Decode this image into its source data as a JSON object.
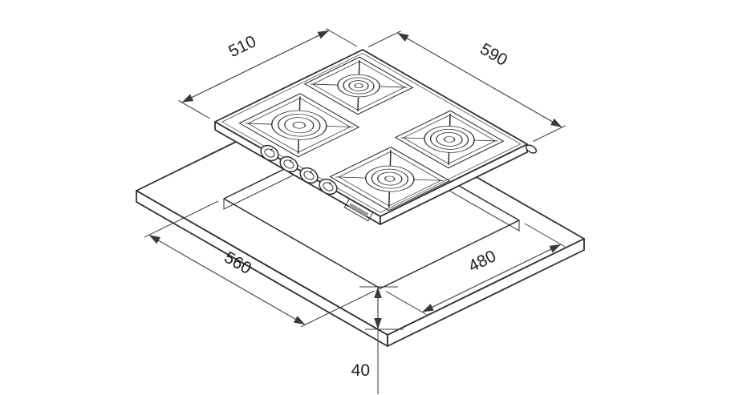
{
  "diagram": {
    "background_color": "#ffffff",
    "line_color": "#2f2f2f",
    "dim_hob_depth": "510",
    "dim_hob_width": "590",
    "dim_cutout_width": "560",
    "dim_cutout_depth": "480",
    "dim_front_clearance": "40"
  }
}
